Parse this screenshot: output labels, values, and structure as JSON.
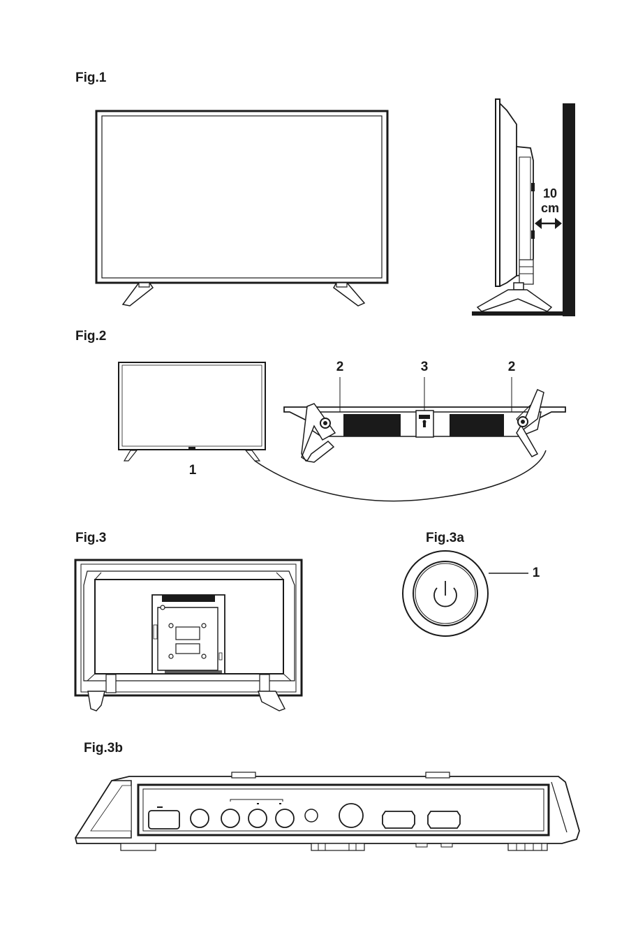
{
  "fig1": {
    "label": "Fig.1",
    "clearance_value": "10",
    "clearance_unit": "cm"
  },
  "fig2": {
    "label": "Fig.2",
    "callouts": {
      "tv": "1",
      "stand_left": "2",
      "center": "3",
      "stand_right": "2"
    }
  },
  "fig3": {
    "label": "Fig.3"
  },
  "fig3a": {
    "label": "Fig.3a",
    "callout": "1"
  },
  "fig3b": {
    "label": "Fig.3b"
  },
  "icons": [
    "power-icon",
    "double-arrow-icon"
  ],
  "colors": {
    "line": "#1a1a1a",
    "wall": "#1a1a1a",
    "background": "#ffffff"
  }
}
